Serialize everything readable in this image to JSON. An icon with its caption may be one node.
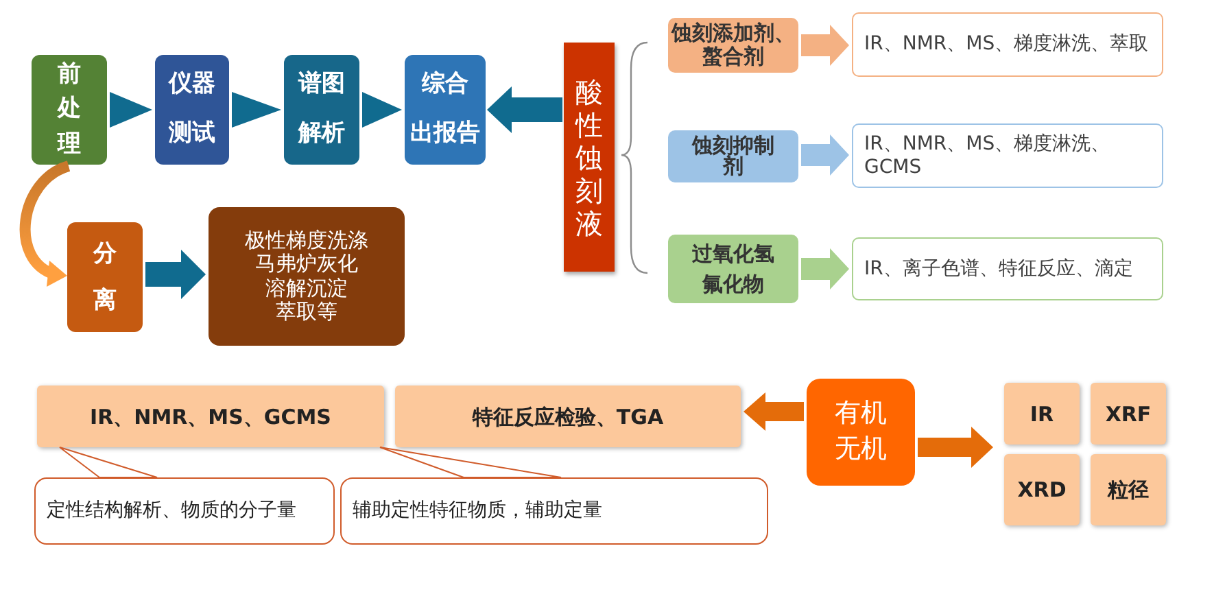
{
  "diagram": {
    "nodes": [
      {
        "text": [
          "前处理"
        ]
      },
      {
        "text": [
          "仪器测试"
        ]
      },
      {
        "text": [
          "谱图解析"
        ]
      },
      {
        "text": [
          "综合出报告"
        ]
      },
      {
        "text": [
          "酸性蚀刻液"
        ]
      },
      {
        "text": [
          "蚀刻添加剂、螯合剂"
        ]
      },
      {
        "text": [
          "IR、NMR、MS、梯度淋洗、萃取"
        ]
      },
      {
        "text": [
          "蚀刻抑制剂"
        ]
      },
      {
        "text": [
          "IR、NMR、MS、梯度淋洗、GCMS"
        ]
      },
      {
        "text": [
          "过氧化氢氟化物"
        ]
      },
      {
        "text": [
          "IR、离子色谱、特征反应、滴定"
        ]
      },
      {
        "text": [
          "分离"
        ]
      },
      {
        "text": [
          "极性梯度洗涤马弗炉灰化溶解沉淀萃取等"
        ]
      },
      {
        "text": [
          "IR、NMR、MS、GCMS"
        ]
      },
      {
        "text": [
          "特征反应检验、TGA"
        ]
      },
      {
        "text": [
          "有机无机"
        ]
      },
      {
        "text": [
          "IR"
        ]
      },
      {
        "text": [
          "XRF"
        ]
      },
      {
        "text": [
          "XRD"
        ]
      },
      {
        "text": [
          "粒径"
        ]
      },
      {
        "text": [
          "定性结构解析、物质的分子量"
        ]
      },
      {
        "text": [
          "辅助定性特征物质，辅助定量"
        ]
      }
    ],
    "edges": [
      {
        "from": 0,
        "to": 1,
        "arrow": "to"
      },
      {
        "from": 1,
        "to": 2,
        "arrow": "to"
      },
      {
        "from": 2,
        "to": 3,
        "arrow": "to"
      },
      {
        "from": 4,
        "to": 3,
        "arrow": "to"
      },
      {
        "from": 0,
        "to": 11,
        "arrow": "to",
        "color": "#f79646"
      },
      {
        "from": 11,
        "to": 12,
        "arrow": "to"
      },
      {
        "from": 5,
        "to": 6,
        "arrow": "to",
        "color": "#f4b183"
      },
      {
        "from": 7,
        "to": 8,
        "arrow": "to",
        "color": "#9dc3e6"
      },
      {
        "from": 9,
        "to": 10,
        "arrow": "to",
        "color": "#a9d18e"
      },
      {
        "from": 15,
        "to": 14,
        "arrow": "to",
        "color": "#e46c0a"
      },
      {
        "from": 15,
        "to": null,
        "arrow": "to",
        "color": "#e46c0a"
      },
      {
        "from": 20,
        "to": 13,
        "arrow": "none",
        "color": "#d05b2a"
      },
      {
        "from": 21,
        "to": 14,
        "arrow": "none",
        "color": "#d05b2a"
      }
    ]
  }
}
